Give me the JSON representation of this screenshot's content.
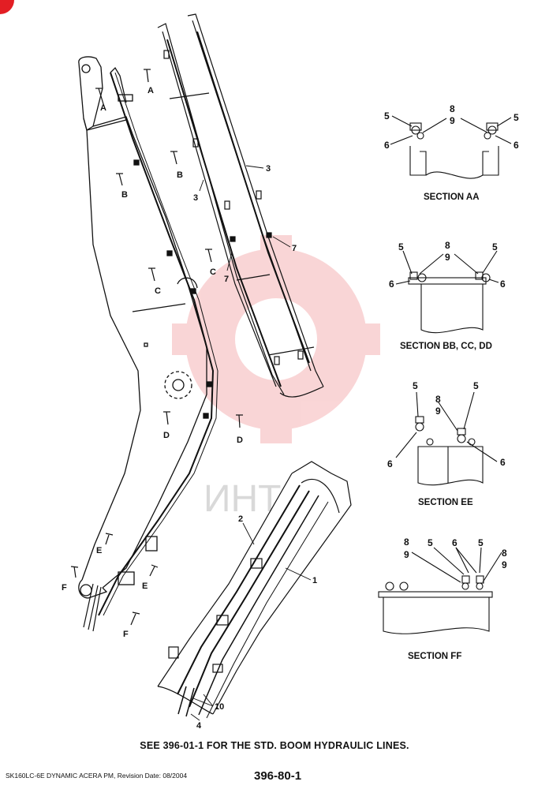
{
  "sections": [
    {
      "id": "aa",
      "title": "SECTION AA",
      "labels": {
        "l5": "5",
        "r5": "5",
        "l6": "6",
        "r6": "6",
        "n8": "8",
        "n9": "9"
      }
    },
    {
      "id": "bb",
      "title": "SECTION BB,  CC,  DD",
      "labels": {
        "l5": "5",
        "r5": "5",
        "l6": "6",
        "r6": "6",
        "n8": "8",
        "n9": "9"
      }
    },
    {
      "id": "ee",
      "title": "SECTION EE",
      "labels": {
        "l5": "5",
        "r5": "5",
        "l6": "6",
        "r6": "6",
        "n8": "8",
        "n9": "9"
      }
    },
    {
      "id": "ff",
      "title": "SECTION FF",
      "labels": {
        "l8": "8",
        "l9": "9",
        "l5": "5",
        "c6": "6",
        "r5": "5",
        "r8": "8",
        "r9": "9"
      }
    }
  ],
  "boom_markers": {
    "a": "A",
    "b": "B",
    "c": "C",
    "d": "D",
    "e": "E",
    "f": "F"
  },
  "callouts": {
    "c1": "1",
    "c2": "2",
    "c3": "3",
    "c4": "4",
    "c7": "7",
    "c10": "10"
  },
  "watermark": "ИНТ",
  "note": "SEE 396-01-1 FOR THE STD.  BOOM HYDRAULIC LINES.",
  "footer": {
    "left": "SK160LC-6E DYNAMIC ACERA PM, Revision Date: 08/2004",
    "page": "396-80-1"
  }
}
